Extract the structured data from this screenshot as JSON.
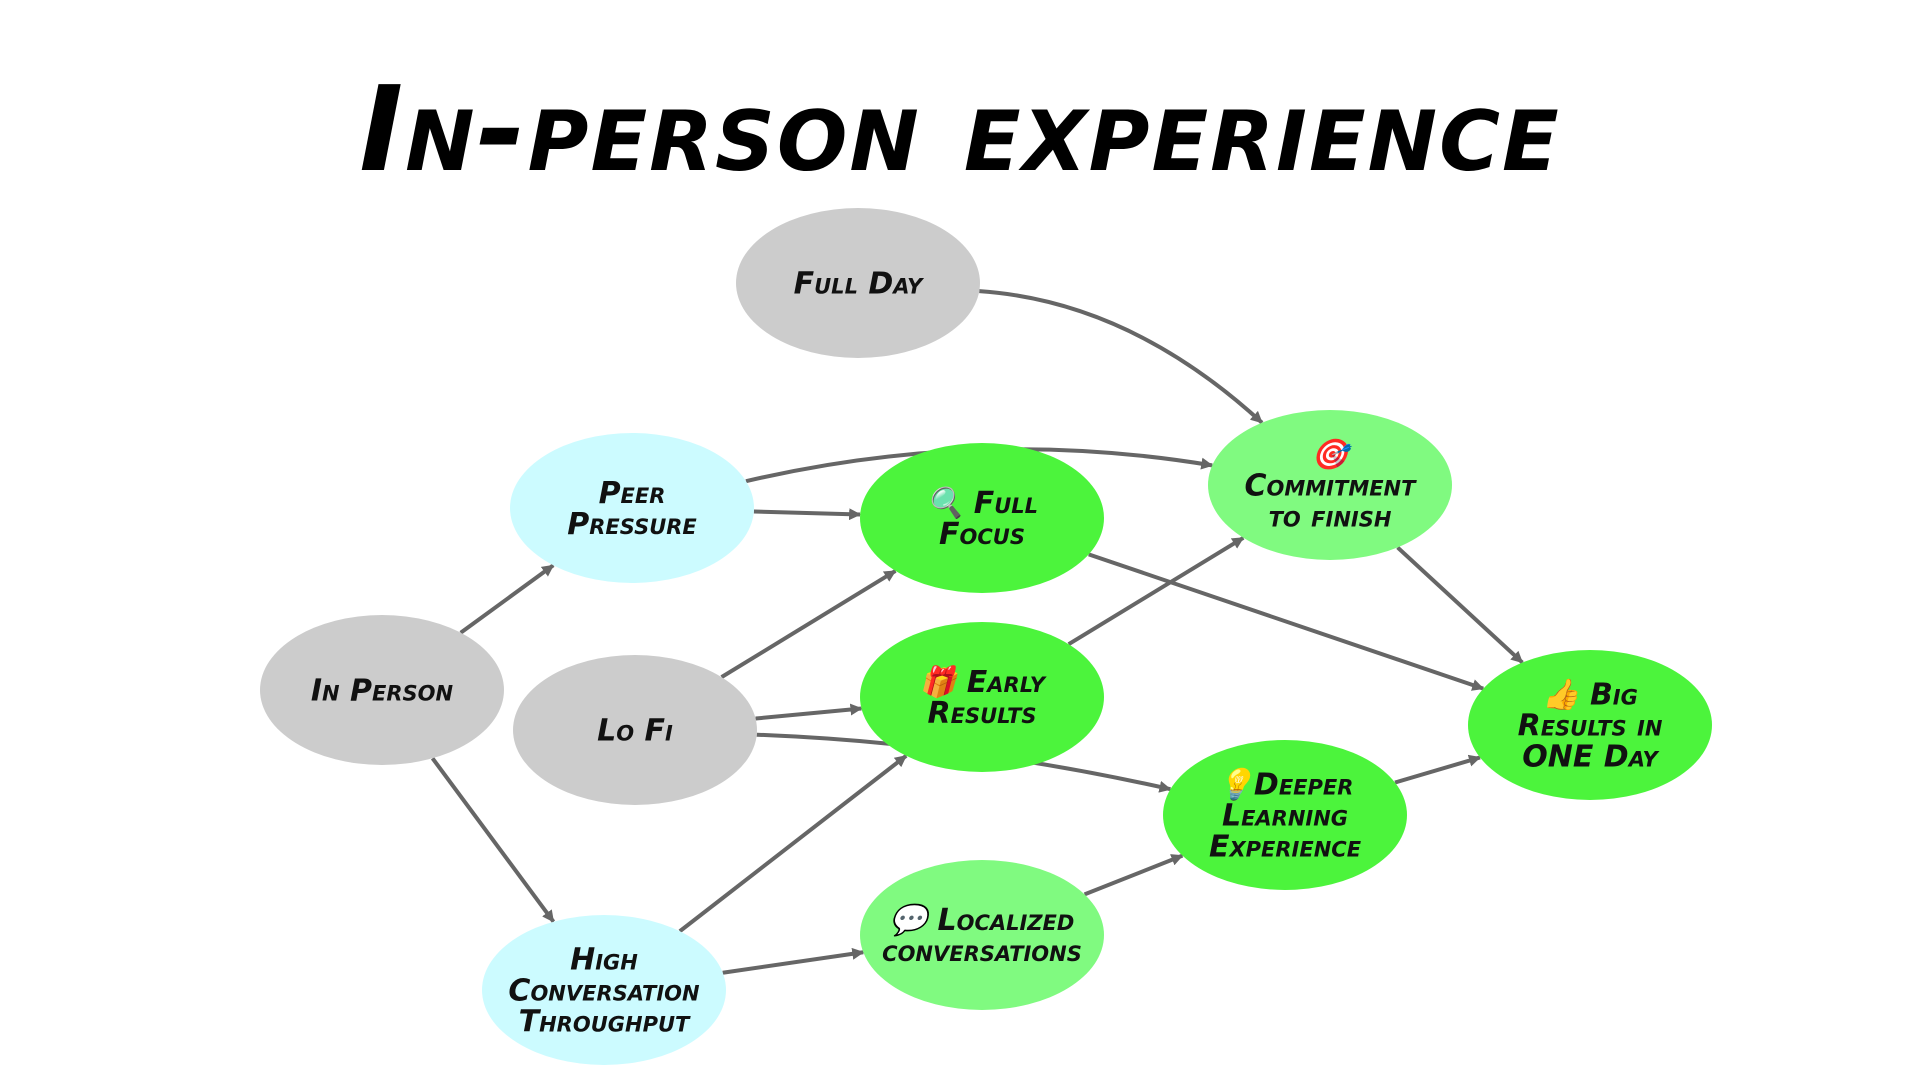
{
  "title": "In-person experience",
  "colors": {
    "grey": "#cccccc",
    "light_cyan": "#ccfbff",
    "light_green": "#80fa80",
    "bright_green": "#4cf43c",
    "edge": "#666666"
  },
  "nodes": [
    {
      "id": "full-day",
      "lines": [
        "Full Day"
      ],
      "color": "grey"
    },
    {
      "id": "peer-pressure",
      "lines": [
        "Peer",
        "Pressure"
      ],
      "color": "light_cyan"
    },
    {
      "id": "in-person",
      "lines": [
        "In Person"
      ],
      "color": "grey"
    },
    {
      "id": "lo-fi",
      "lines": [
        "Lo Fi"
      ],
      "color": "grey"
    },
    {
      "id": "high-conversation-throughput",
      "lines": [
        "High",
        "Conversation",
        "Throughput"
      ],
      "color": "light_cyan"
    },
    {
      "id": "full-focus",
      "lines": [
        "🔍 Full",
        "Focus"
      ],
      "color": "bright_green"
    },
    {
      "id": "early-results",
      "lines": [
        "🎁 Early",
        "Results"
      ],
      "color": "bright_green"
    },
    {
      "id": "localized-conversations",
      "lines": [
        "💬 Localized",
        "conversations"
      ],
      "color": "light_green"
    },
    {
      "id": "commitment-to-finish",
      "lines": [
        "🎯",
        "Commitment",
        "to finish"
      ],
      "color": "light_green"
    },
    {
      "id": "deeper-learning-experience",
      "lines": [
        "💡Deeper",
        "Learning",
        "Experience"
      ],
      "color": "bright_green"
    },
    {
      "id": "big-results",
      "lines": [
        "👍 Big",
        "Results in",
        "ONE Day"
      ],
      "color": "bright_green"
    }
  ],
  "edges": [
    {
      "from": "full-day",
      "to": "commitment-to-finish"
    },
    {
      "from": "peer-pressure",
      "to": "commitment-to-finish"
    },
    {
      "from": "peer-pressure",
      "to": "full-focus"
    },
    {
      "from": "in-person",
      "to": "peer-pressure"
    },
    {
      "from": "in-person",
      "to": "high-conversation-throughput"
    },
    {
      "from": "lo-fi",
      "to": "full-focus"
    },
    {
      "from": "lo-fi",
      "to": "early-results"
    },
    {
      "from": "lo-fi",
      "to": "deeper-learning-experience"
    },
    {
      "from": "high-conversation-throughput",
      "to": "early-results"
    },
    {
      "from": "high-conversation-throughput",
      "to": "localized-conversations"
    },
    {
      "from": "full-focus",
      "to": "big-results"
    },
    {
      "from": "early-results",
      "to": "commitment-to-finish"
    },
    {
      "from": "localized-conversations",
      "to": "deeper-learning-experience"
    },
    {
      "from": "commitment-to-finish",
      "to": "big-results"
    },
    {
      "from": "deeper-learning-experience",
      "to": "big-results"
    }
  ]
}
